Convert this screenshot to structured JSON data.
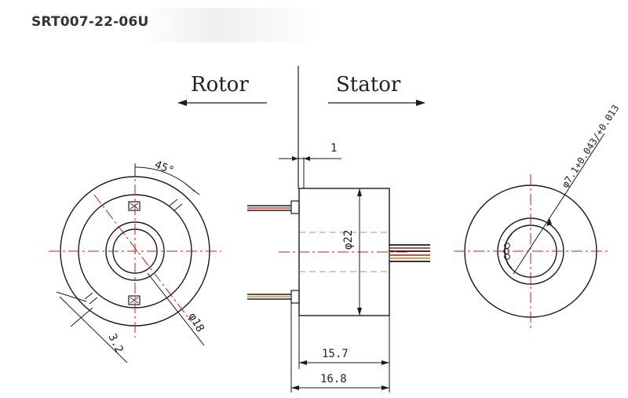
{
  "title": "SRT007-22-06U",
  "labels": {
    "rotor": "Rotor",
    "stator": "Stator"
  },
  "dimensions": {
    "gap": "1",
    "angle": "45°",
    "outer_diameter": "φ22",
    "hole_pitch": "φ18",
    "hole_size": "3.2",
    "bore_diameter": "φ7.1+0.043/+0.013",
    "body_length": "15.7",
    "total_length": "16.8"
  },
  "colors": {
    "line": "#1a1a1a",
    "centerline": "#d01a1a",
    "hidden": "#9a9a9a",
    "wire_red": "#c0392b",
    "wire_orange": "#d98a2e",
    "wire_white": "#e8e8e8"
  }
}
